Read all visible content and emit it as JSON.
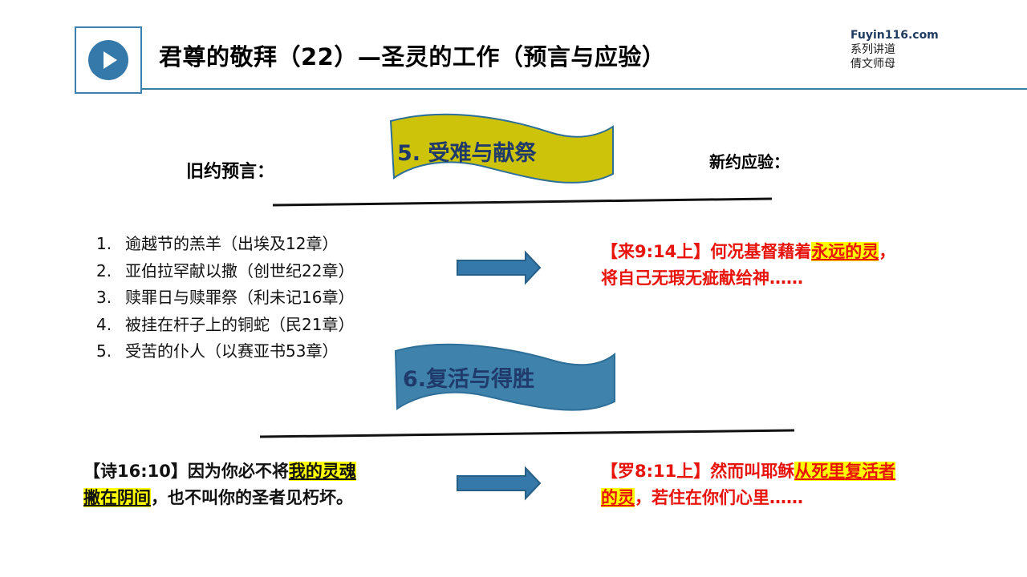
{
  "header": {
    "title": "君尊的敬拜（22）—圣灵的工作（预言与应验）",
    "brand": {
      "site": "Fuyin116.com",
      "series": "系列讲道",
      "speaker": "倩文师母"
    }
  },
  "labels": {
    "old_testament": "旧约预言：",
    "new_testament": "新约应验："
  },
  "banners": {
    "section5": "5. 受难与献祭",
    "section6": "6.复活与得胜"
  },
  "section5_list": [
    {
      "num": "1.",
      "text": "逾越节的羔羊（出埃及12章）"
    },
    {
      "num": "2.",
      "text": "亚伯拉罕献以撒（创世纪22章）"
    },
    {
      "num": "3.",
      "text": "赎罪日与赎罪祭（利未记16章）"
    },
    {
      "num": "4.",
      "text": "被挂在杆子上的铜蛇（民21章）"
    },
    {
      "num": "5.",
      "text": "受苦的仆人（以赛亚书53章）"
    }
  ],
  "section5_nt": {
    "ref": "【来9:14上】",
    "pre": "何况基督藉着",
    "highlight": "永远的灵",
    "post": "，",
    "line2": "将自己无瑕无疵献给神……"
  },
  "section6_ot": {
    "ref": "【诗16:10】",
    "pre": "因为你必不将",
    "highlight1": "我的灵魂",
    "highlight2": "撇在阴间",
    "post": "，也不叫你的圣者见朽坏。"
  },
  "section6_nt": {
    "ref": "【罗8:11上】",
    "pre": "然而叫耶稣",
    "highlight1": "从死里复活者",
    "highlight2": "的灵",
    "post": "，若住在你们心里……"
  },
  "colors": {
    "banner_yellow": "#ccc30a",
    "banner_blue": "#3f82ac",
    "arrow_blue": "#3479a9",
    "red_text": "#e8140c",
    "highlight": "#ffff00"
  }
}
